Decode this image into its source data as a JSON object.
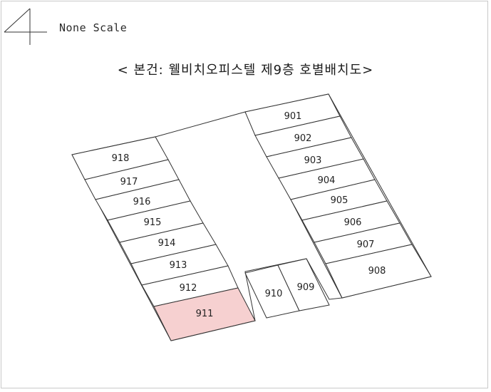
{
  "header": {
    "page_number": "4",
    "scale": "None Scale"
  },
  "title": "< 본건:  웰비치오피스텔 제9층 호별배치도>",
  "highlight_color": "#f6d0d0",
  "highlighted_unit": "911",
  "units": {
    "u901": "901",
    "u902": "902",
    "u903": "903",
    "u904": "904",
    "u905": "905",
    "u906": "906",
    "u907": "907",
    "u908": "908",
    "u909": "909",
    "u910": "910",
    "u911": "911",
    "u912": "912",
    "u913": "913",
    "u914": "914",
    "u915": "915",
    "u916": "916",
    "u917": "917",
    "u918": "918"
  }
}
